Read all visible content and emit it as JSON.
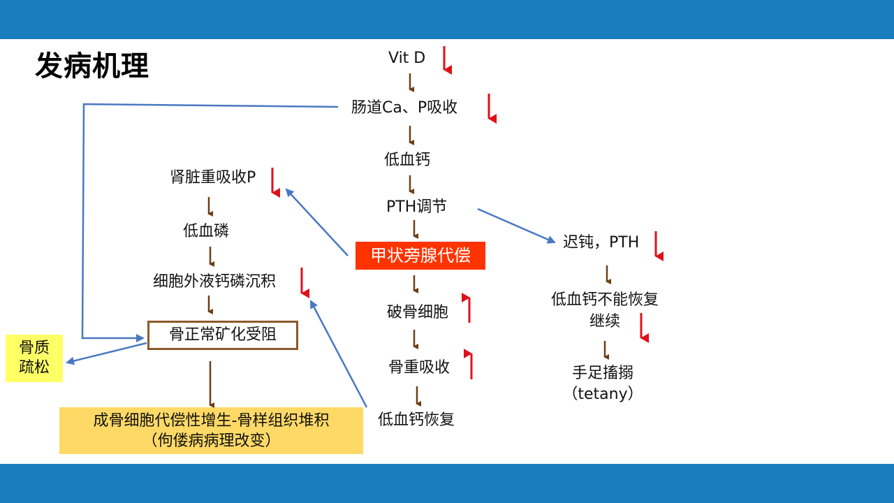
{
  "title": "发病机理",
  "center_chain": {
    "vitd": "Vit D",
    "intestine": "肠道Ca、P吸收",
    "hypocalcemia": "低血钙",
    "pth": "PTH调节",
    "compensation": "甲状旁腺代偿",
    "osteoclast": "破骨细胞",
    "bone_resorption": "骨重吸收",
    "calcium_recovery": "低血钙恢复"
  },
  "left_chain": {
    "kidney": "肾脏重吸收P",
    "hypophosphatemia": "低血磷",
    "deposition": "细胞外液钙磷沉积",
    "mineralization": "骨正常矿化受阻",
    "osteoporosis_line1": "骨质",
    "osteoporosis_line2": "疏松",
    "osteoid_line1": "成骨细胞代偿性增生-骨样组织堆积",
    "osteoid_line2": "（佝偻病病理改变）"
  },
  "right_chain": {
    "sluggish": "迟钝，PTH",
    "unrecovered_line1": "低血钙不能恢复",
    "unrecovered_line2": "继续",
    "tetany_line1": "手足搐搦",
    "tetany_line2": "（tetany）"
  },
  "colors": {
    "header_bar": "#1a7dbc",
    "up_down_arrow": "#e0101a",
    "flow_arrow": "#6b3f16",
    "connector": "#4a78c2",
    "compensation_box": "#ff3300",
    "mineralization_border": "#8b5a2b",
    "osteoporosis_box": "#ffff66",
    "osteoid_box": "#ffd966"
  }
}
